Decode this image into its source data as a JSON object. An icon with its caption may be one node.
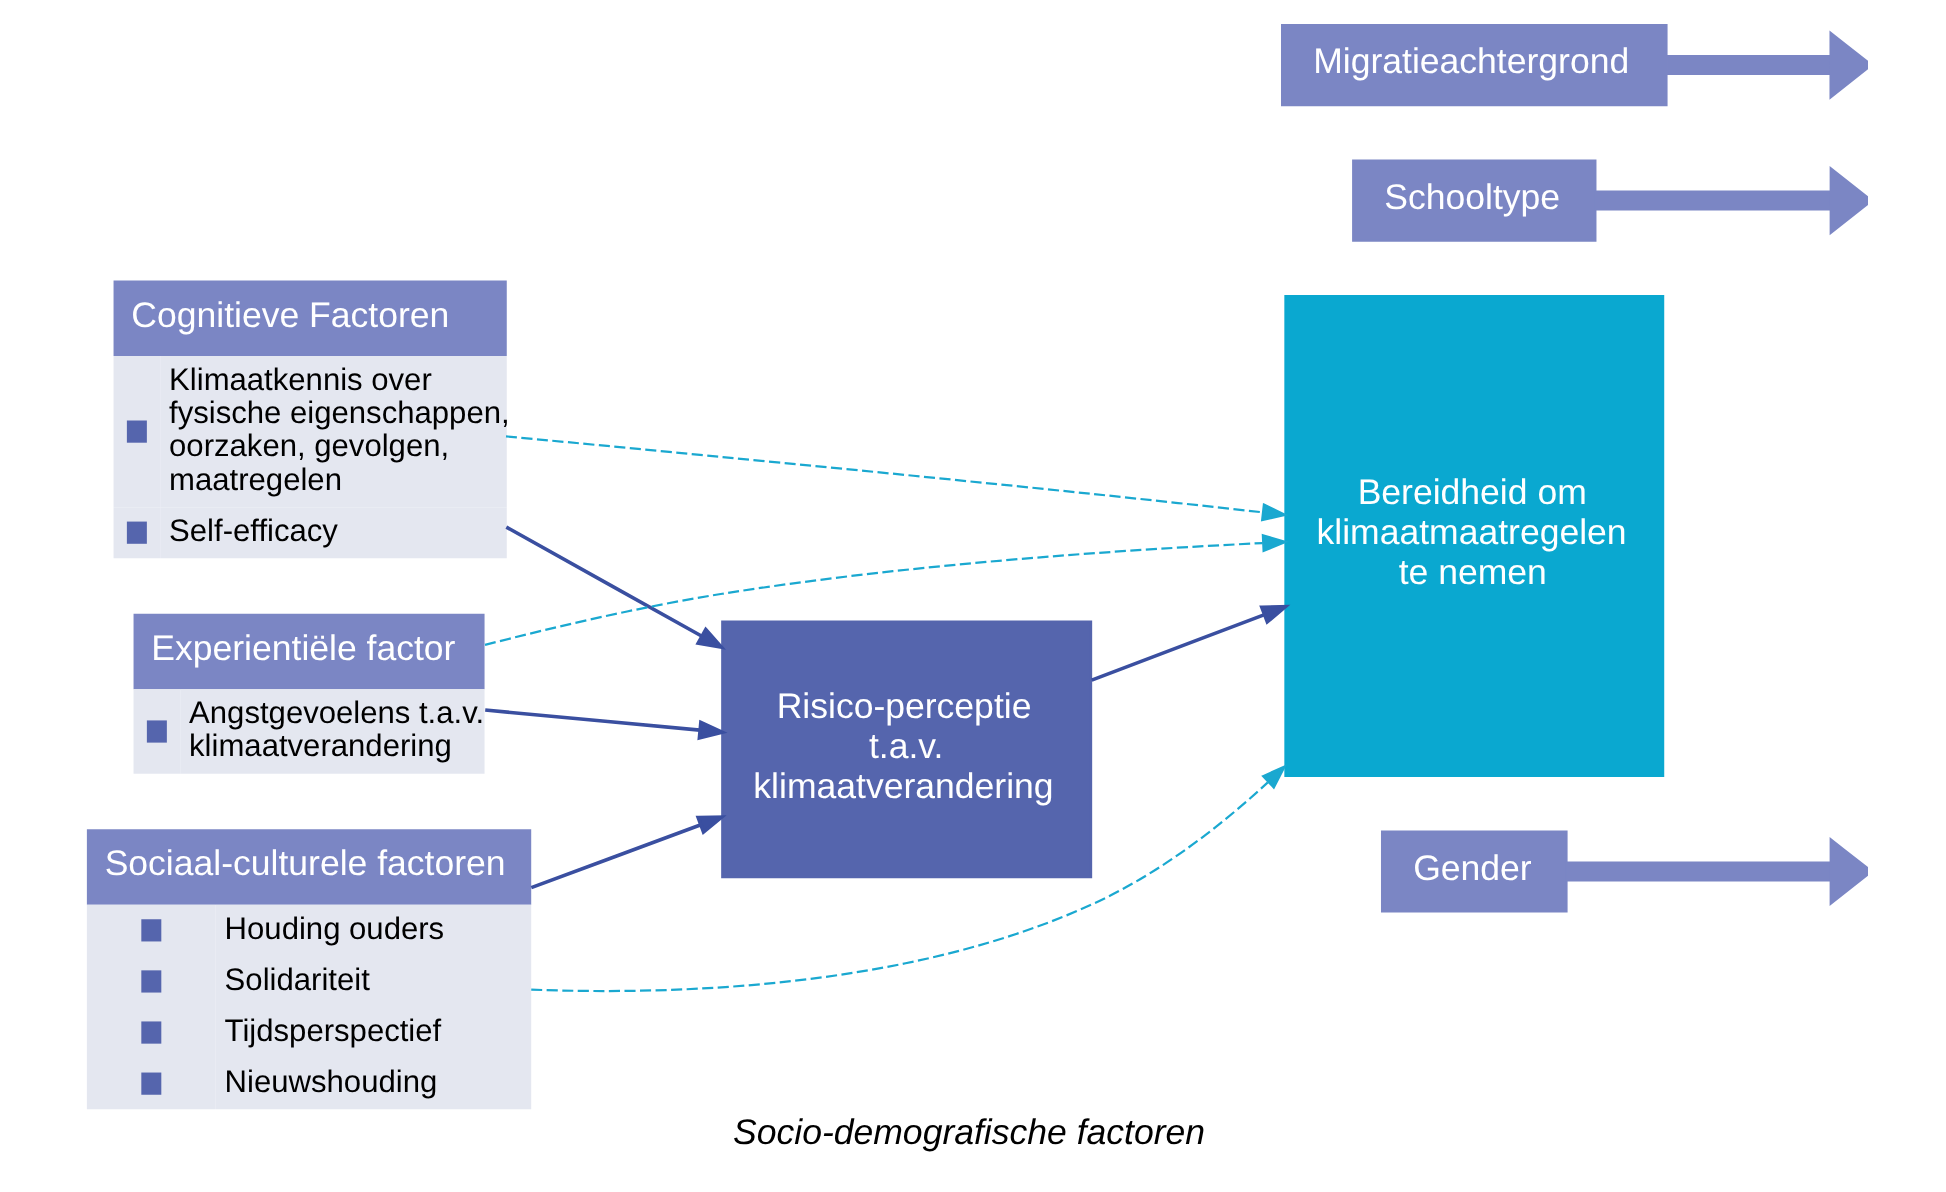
{
  "diagram": {
    "caption": "Socio-demografische factoren",
    "nodes": [
      {
        "text": [
          "Cognitieve Factoren",
          "Klimaatkennis over fysische eigenschappen, oorzaken, gevolgen, maatregelen",
          "Self-efficacy"
        ]
      },
      {
        "text": [
          "Experientiële factor",
          "Angstgevoelens t.a.v. klimaatverandering"
        ]
      },
      {
        "text": [
          "Sociaal-culturele factoren",
          "Houding ouders",
          "Solidariteit",
          "Tijdsperspectief",
          "Nieuwshouding"
        ]
      },
      {
        "text": [
          "Risico-perceptie t.a.v. klimaatverandering"
        ]
      },
      {
        "text": [
          "Bereidheid om klimaatmaatregelen te nemen"
        ]
      },
      {
        "text": [
          "Gender"
        ]
      },
      {
        "text": [
          "Schooltype"
        ]
      },
      {
        "text": [
          "Migratieachtergrond"
        ]
      }
    ],
    "edges": [
      {
        "from": 0,
        "to": 3,
        "arrow": "to"
      },
      {
        "from": 0,
        "to": 4,
        "arrow": "to",
        "style": "dashed",
        "color": "#1aa8d0"
      },
      {
        "from": 1,
        "to": 3,
        "arrow": "to"
      },
      {
        "from": 1,
        "to": 4,
        "arrow": "to",
        "style": "dashed",
        "color": "#1aa8d0"
      },
      {
        "from": 2,
        "to": 3,
        "arrow": "to"
      },
      {
        "from": 2,
        "to": 4,
        "arrow": "to",
        "style": "dashed",
        "color": "#1aa8d0"
      },
      {
        "from": 3,
        "to": 4,
        "arrow": "to"
      },
      {
        "from": 5,
        "to": null,
        "arrow": "to",
        "style": "thick",
        "color": "#7b86c4"
      },
      {
        "from": 6,
        "to": null,
        "arrow": "to",
        "style": "thick",
        "color": "#7b86c4"
      },
      {
        "from": 7,
        "to": null,
        "arrow": "to",
        "style": "thick",
        "color": "#7b86c4"
      }
    ]
  }
}
